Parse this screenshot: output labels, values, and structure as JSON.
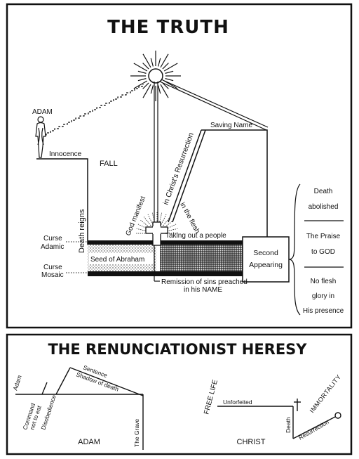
{
  "top_panel": {
    "title": "THE TRUTH",
    "labels": {
      "adam": "ADAM",
      "innocence": "Innocence",
      "fall": "FALL",
      "death_reigns": "Death reigns",
      "saving_name": "Saving Name",
      "god_manifest": "God manifest",
      "in_the_flesh": "in the flesh",
      "christs_resurrection": "in Christ's Resurrection",
      "taking_out": "Taking out a people",
      "seed_of_abraham": "Seed of Abraham",
      "remission_1": "Remission of sins preached",
      "remission_2": "in his NAME",
      "curse": "Curse",
      "adamic": "Adamic",
      "mosaic": "Mosaic",
      "second": "Second",
      "appearing": "Appearing",
      "death": "Death",
      "abolished": "abolished",
      "the_praise": "The Praise",
      "to_god": "to GOD",
      "no_flesh": "No flesh",
      "glory_in": "glory in",
      "his_presence": "His presence"
    }
  },
  "bottom_panel": {
    "title": "THE RENUNCIATIONIST HERESY",
    "labels": {
      "adam_small": "Adam",
      "command_1": "Command",
      "command_2": "not to eat",
      "disobedience": "Disobedience",
      "sentence": "Sentence",
      "shadow_of_death": "Shadow of death",
      "the_grave": "The Grave",
      "adam": "ADAM",
      "free_life": "FREE LIFE",
      "unforfeited": "Unforfeited",
      "death": "Death",
      "resurrection": "Resurrection",
      "immortality": "IMMORTALITY",
      "christ": "CHRIST"
    }
  },
  "colors": {
    "ink": "#111111",
    "paper": "#ffffff"
  }
}
